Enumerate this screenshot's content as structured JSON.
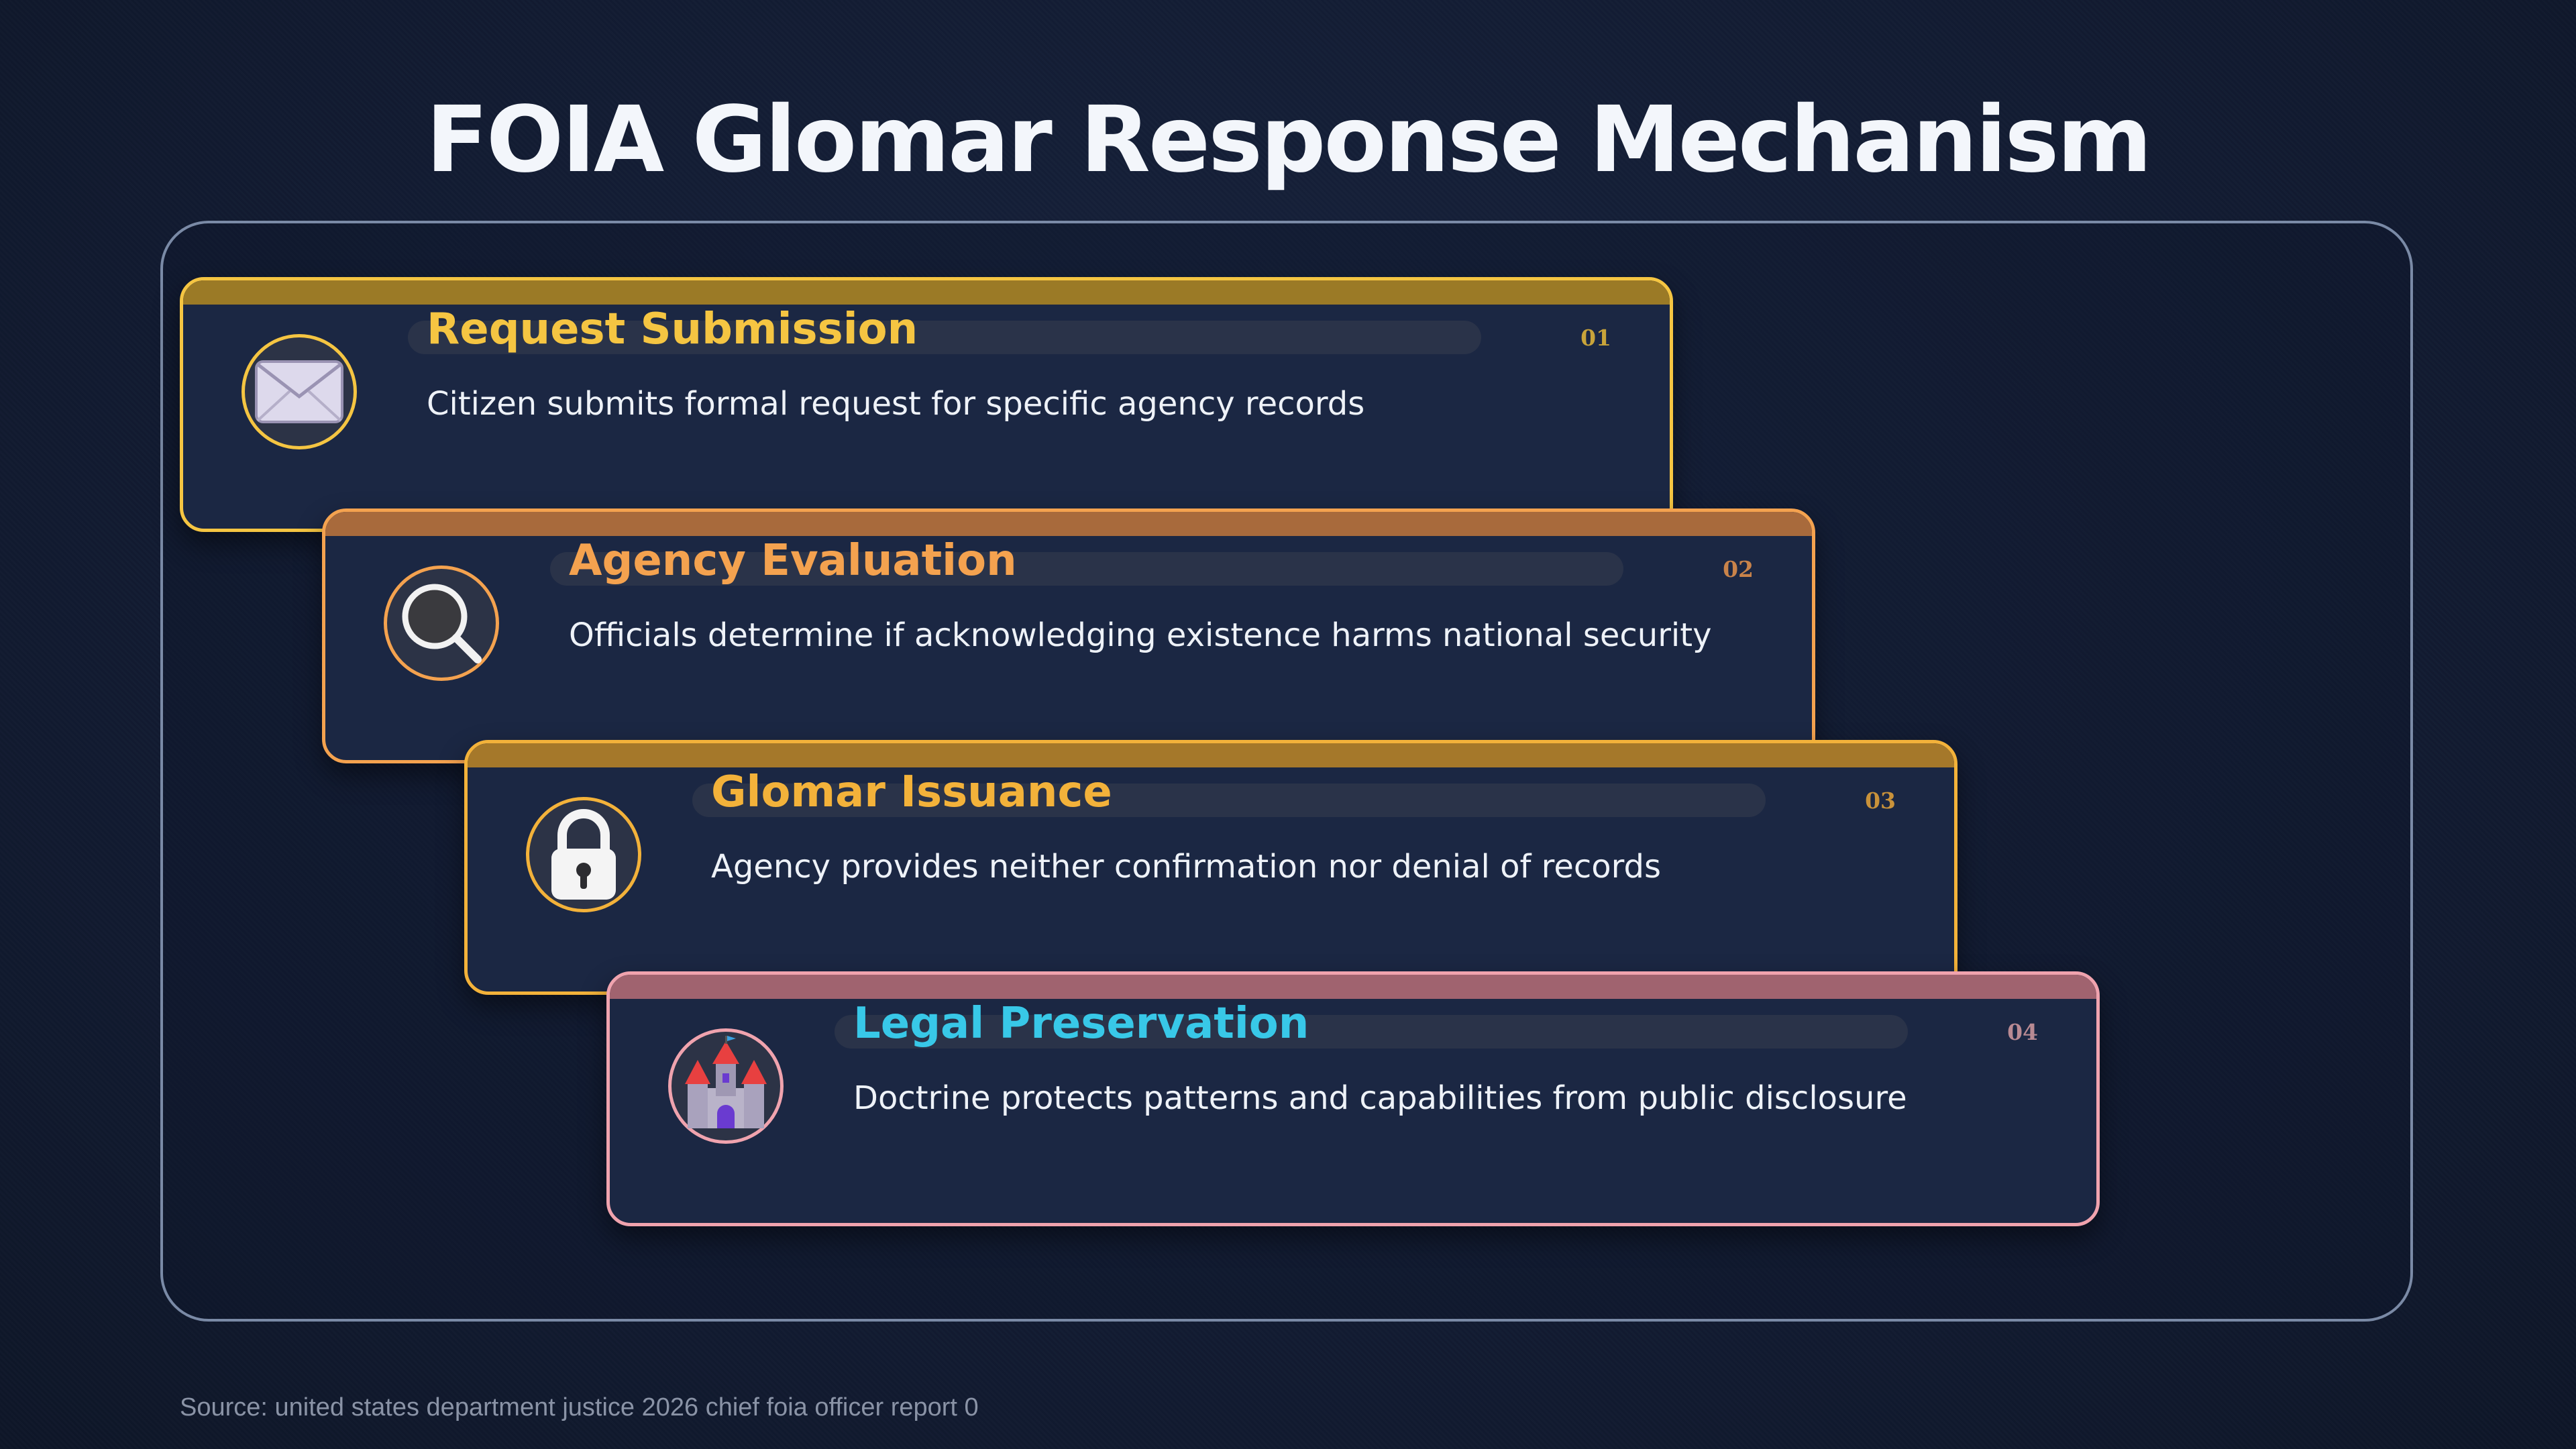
{
  "title": "FOIA Glomar Response Mechanism",
  "steps": [
    {
      "number": "01",
      "title": "Request Submission",
      "description": "Citizen submits formal request for specific agency records",
      "icon": "envelope-icon",
      "accent": "#f5c542",
      "topbar": "#9b7a26",
      "title_color": "#f5c542",
      "number_color": "#c9a43a"
    },
    {
      "number": "02",
      "title": "Agency Evaluation",
      "description": "Officials determine if acknowledging existence harms national security",
      "icon": "magnifier-icon",
      "accent": "#f4a24f",
      "topbar": "#a86a3c",
      "title_color": "#f4a24f",
      "number_color": "#c9834a"
    },
    {
      "number": "03",
      "title": "Glomar Issuance",
      "description": "Agency provides neither confirmation nor denial of records",
      "icon": "padlock-icon",
      "accent": "#f3b23a",
      "topbar": "#a5782a",
      "title_color": "#f3b23a",
      "number_color": "#c9923a"
    },
    {
      "number": "04",
      "title": "Legal Preservation",
      "description": "Doctrine protects patterns and capabilities from public disclosure",
      "icon": "castle-icon",
      "accent": "#f0a3ae",
      "topbar": "#a0636f",
      "title_color": "#38c8e8",
      "number_color": "#b98a93"
    }
  ],
  "source": "Source: united states department justice 2026 chief foia officer report 0"
}
